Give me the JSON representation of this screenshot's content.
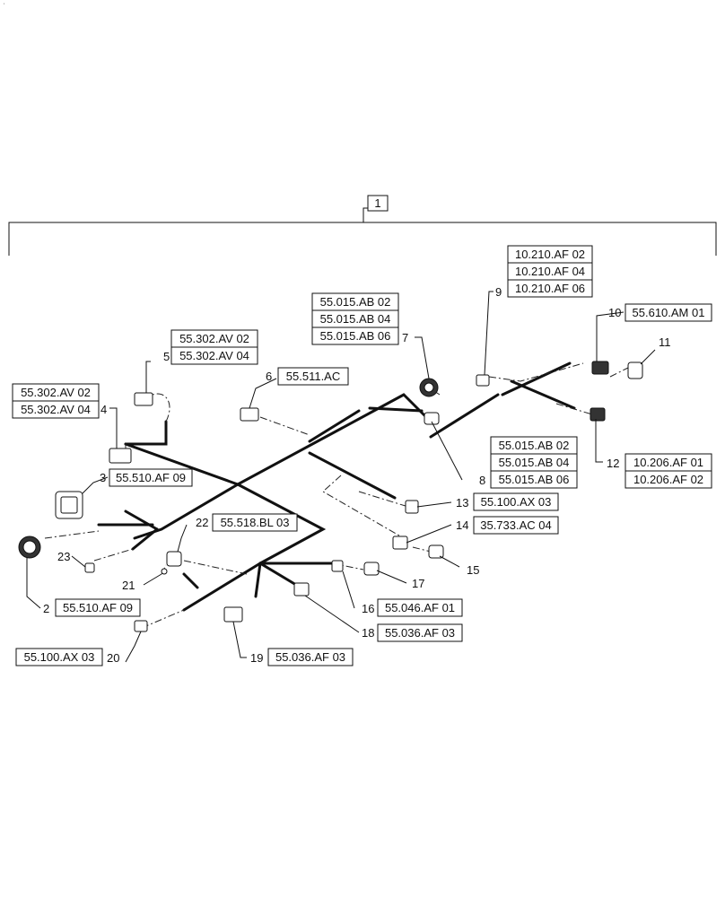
{
  "assembly_callout": "1",
  "callouts": {
    "c2": "2",
    "c3": "3",
    "c4": "4",
    "c5": "5",
    "c6": "6",
    "c7": "7",
    "c8": "8",
    "c9": "9",
    "c10": "10",
    "c11": "11",
    "c12": "12",
    "c13": "13",
    "c14": "14",
    "c15": "15",
    "c16": "16",
    "c17": "17",
    "c18": "18",
    "c19": "19",
    "c20": "20",
    "c21": "21",
    "c22": "22",
    "c23": "23"
  },
  "refs": {
    "r9a": "10.210.AF 02",
    "r9b": "10.210.AF 04",
    "r9c": "10.210.AF 06",
    "r10": "55.610.AM 01",
    "r7a": "55.015.AB 02",
    "r7b": "55.015.AB 04",
    "r7c": "55.015.AB 06",
    "r5a": "55.302.AV 02",
    "r5b": "55.302.AV 04",
    "r6": "55.511.AC",
    "r4a": "55.302.AV 02",
    "r4b": "55.302.AV 04",
    "r3": "55.510.AF 09",
    "r8a": "55.015.AB 02",
    "r8b": "55.015.AB 04",
    "r8c": "55.015.AB 06",
    "r12a": "10.206.AF 01",
    "r12b": "10.206.AF 02",
    "r13": "55.100.AX 03",
    "r14": "35.733.AC 04",
    "r22": "55.518.BL 03",
    "r2": "55.510.AF 09",
    "r16": "55.046.AF 01",
    "r18": "55.036.AF 03",
    "r20": "55.100.AX 03",
    "r19": "55.036.AF 03"
  }
}
